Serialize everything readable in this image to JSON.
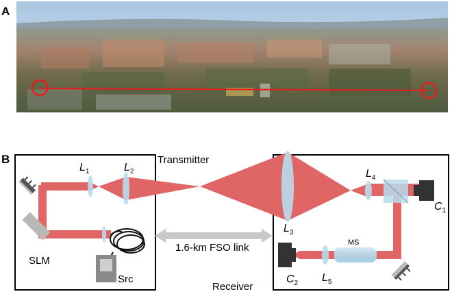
{
  "panel_a": {
    "letter": "A"
  },
  "panel_b": {
    "letter": "B",
    "transmitter_label": "Transmitter",
    "receiver_label": "Receiver",
    "link_label": "1.6-km FSO link",
    "slm_label": "SLM",
    "src_label": "Src",
    "ms_label": "MS",
    "lenses": {
      "l1": {
        "main": "L",
        "sub": "1"
      },
      "l2": {
        "main": "L",
        "sub": "2"
      },
      "l3": {
        "main": "L",
        "sub": "3"
      },
      "l4": {
        "main": "L",
        "sub": "4"
      },
      "l5": {
        "main": "L",
        "sub": "5"
      }
    },
    "cameras": {
      "c1": {
        "main": "C",
        "sub": "1"
      },
      "c2": {
        "main": "C",
        "sub": "2"
      }
    }
  },
  "colors": {
    "beam": "#e06666",
    "lens": "#b9dcec",
    "marker": "#e02020"
  }
}
